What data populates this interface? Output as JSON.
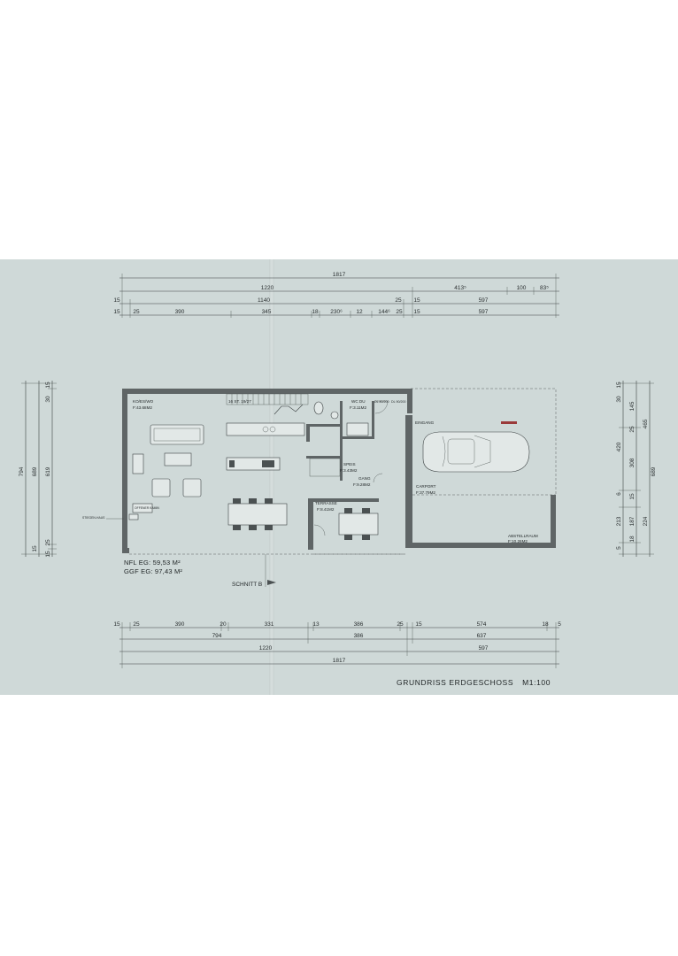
{
  "title": {
    "text": "GRUNDRISS ERDGESCHOSS",
    "scale": "M1:100"
  },
  "areas": {
    "nfl": "NFL EG: 59,53 M²",
    "ggf": "GGF EG: 97,43 M²"
  },
  "section_mark": "SCHNITT B",
  "rooms": {
    "living": {
      "name": "KO/ES/WO",
      "area": "F:43.68M2"
    },
    "stairs": "16 ST. 19/27",
    "wc": {
      "name": "WC DU",
      "area": "F:3.11M2"
    },
    "speis": {
      "name": "SPEIS",
      "area": "F:3.43M2"
    },
    "gang": {
      "name": "GANG",
      "area": "F:9.28M2"
    },
    "terrasse": {
      "name": "TERRASSE",
      "area": "F:8.41M2"
    },
    "eingang": "EINGANG",
    "carport": {
      "name": "CARPORT",
      "area": "F:37.79M2"
    },
    "abstell": {
      "name": "ABSTELLRAUM",
      "area": "F:10.26M2"
    }
  },
  "small_labels": {
    "door_wc": "DL 80/200",
    "door_entry": "DL 90/200",
    "technik": "OFFENER KAMIN",
    "outside": "STIEGEN-HAUS"
  },
  "dims_top": {
    "row1": [
      "1817"
    ],
    "row2": [
      "1220",
      "413⁵",
      "100",
      "83⁵"
    ],
    "row3": [
      "15",
      "1140",
      "25",
      "15",
      "597"
    ],
    "row4": [
      "15",
      "25",
      "390",
      "345",
      "18",
      "230⁶",
      "12",
      "144⁶",
      "25",
      "15",
      "597"
    ]
  },
  "dims_bottom": {
    "row1": [
      "15",
      "25",
      "390",
      "20",
      "331",
      "13",
      "386",
      "25",
      "15",
      "574",
      "18",
      "5"
    ],
    "row2": [
      "794",
      "386",
      "637"
    ],
    "row3": [
      "1220",
      "597"
    ],
    "row4": [
      "1817"
    ]
  },
  "dims_left": {
    "outer": [
      "794"
    ],
    "mid": [
      "689"
    ],
    "inner": [
      "15",
      "30",
      "619",
      "25",
      "15",
      "15"
    ]
  },
  "dims_right": {
    "inner": [
      "15",
      "30",
      "145",
      "25",
      "420",
      "308",
      "6",
      "15",
      "213",
      "187",
      "18",
      "5"
    ],
    "mid": [
      "465",
      "224"
    ],
    "outer": [
      "689"
    ]
  }
}
